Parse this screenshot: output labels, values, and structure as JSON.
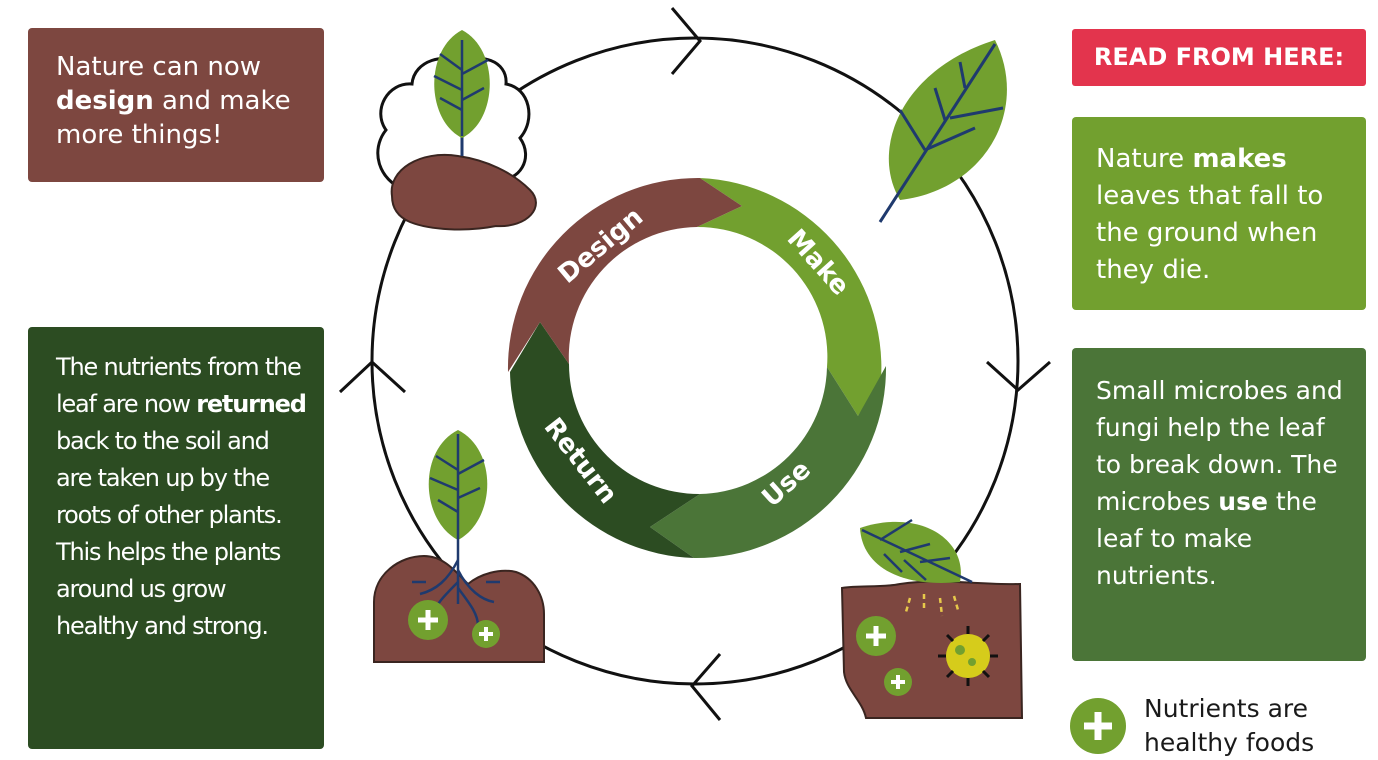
{
  "banner": "READ FROM HERE:",
  "ring": {
    "design": "Design",
    "make": "Make",
    "use": "Use",
    "return": "Return"
  },
  "box_design": {
    "t1": "Nature can now ",
    "b": "design",
    "t2": " and make more things!"
  },
  "box_make": {
    "t1": "Nature ",
    "b": "makes",
    "t2": " leaves that fall to the ground when they die."
  },
  "box_use": {
    "t1": "Small microbes and fungi help the leaf to break down. The microbes ",
    "b": "use",
    "t2": " the leaf to make nutrients."
  },
  "box_return": {
    "t1": "The nutrients from the leaf are now ",
    "b": "returned",
    "t2": " back to the soil and are taken up by the roots of other plants. This helps the plants around us grow healthy and strong."
  },
  "legend": "Nutrients are healthy foods",
  "colors": {
    "brown": "#7d4740",
    "light_green": "#72a02f",
    "mid_green": "#4b7538",
    "dark_green": "#2c4c22",
    "red": "#e3344d",
    "leaf_vein": "#1f3a6e",
    "microbe": "#d6cc1b"
  }
}
